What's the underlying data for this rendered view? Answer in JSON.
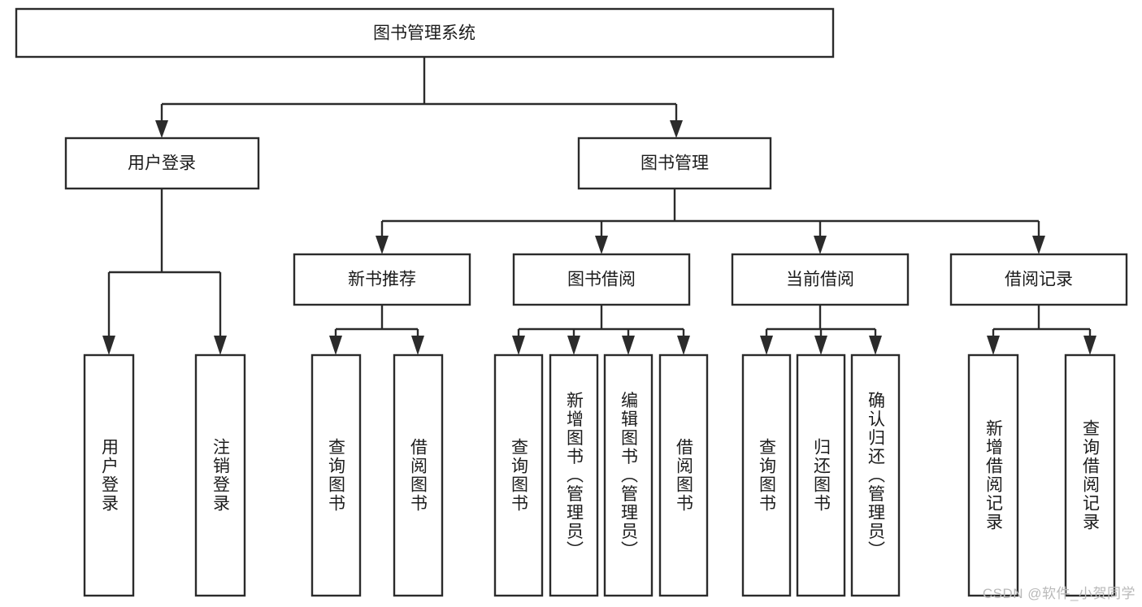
{
  "diagram": {
    "title": "图书管理系统",
    "type": "tree",
    "watermark": "CSDN @软件_小贺同学",
    "colors": {
      "stroke": "#2b2b2b",
      "fill": "#ffffff",
      "text": "#1c1c1c",
      "watermark": "#b9b9b9"
    },
    "root": {
      "label": "图书管理系统"
    },
    "level2": [
      {
        "label": "用户登录"
      },
      {
        "label": "图书管理"
      }
    ],
    "level3": [
      {
        "label": "新书推荐"
      },
      {
        "label": "图书借阅"
      },
      {
        "label": "当前借阅"
      },
      {
        "label": "借阅记录"
      }
    ],
    "leaves": {
      "user_login": [
        {
          "label": "用户登录"
        },
        {
          "label": "注销登录"
        }
      ],
      "new_book": [
        {
          "label": "查询图书"
        },
        {
          "label": "借阅图书"
        }
      ],
      "book_borrow": [
        {
          "label": "查询图书"
        },
        {
          "label": "新增图书（管理员）"
        },
        {
          "label": "编辑图书（管理员）"
        },
        {
          "label": "借阅图书"
        }
      ],
      "current_borrow": [
        {
          "label": "查询图书"
        },
        {
          "label": "归还图书"
        },
        {
          "label": "确认归还（管理员）"
        }
      ],
      "borrow_record": [
        {
          "label": "新增借阅记录"
        },
        {
          "label": "查询借阅记录"
        }
      ]
    }
  }
}
